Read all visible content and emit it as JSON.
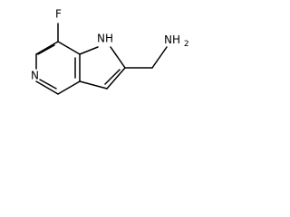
{
  "structure": {
    "atoms": {
      "fluorine": "F",
      "pyrrole_nh": "NH",
      "pyridine_n": "N",
      "amine": "NH",
      "amine_subscript": "2"
    }
  }
}
